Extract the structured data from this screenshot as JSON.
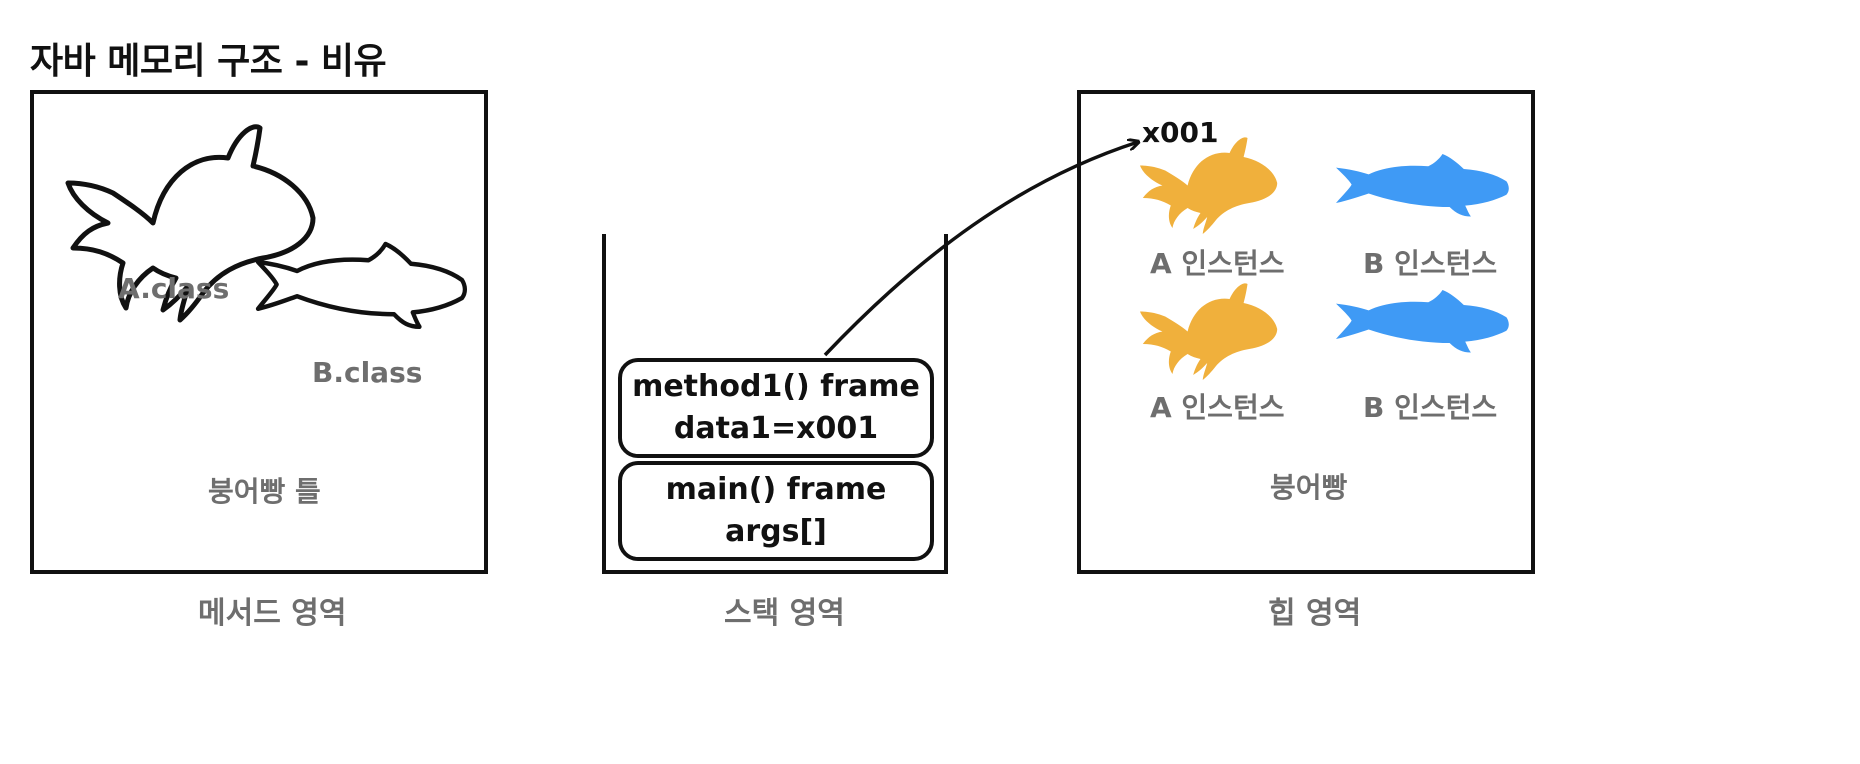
{
  "title": "자바 메모리 구조 - 비유",
  "method_area": {
    "a_class_label": "A.class",
    "b_class_label": "B.class",
    "mold_label": "붕어빵 틀",
    "caption": "메서드 영역"
  },
  "stack_area": {
    "frames": [
      {
        "line1": "method1() frame",
        "line2": "data1=x001"
      },
      {
        "line1": "main() frame",
        "line2": "args[]"
      }
    ],
    "caption": "스택 영역"
  },
  "heap_area": {
    "address_label": "x001",
    "instances": [
      {
        "label": "A 인스턴스",
        "kind": "goldfish",
        "color": "#F0B03C"
      },
      {
        "label": "B 인스턴스",
        "kind": "trout",
        "color": "#3F9AF5"
      },
      {
        "label": "A 인스턴스",
        "kind": "goldfish",
        "color": "#F0B03C"
      },
      {
        "label": "B 인스턴스",
        "kind": "trout",
        "color": "#3F9AF5"
      }
    ],
    "bungeoppang_label": "붕어빵",
    "caption": "힙 영역"
  },
  "colors": {
    "outline": "#111111",
    "label_grey": "#6e6e6e",
    "goldfish": "#F0B03C",
    "trout": "#3F9AF5"
  }
}
